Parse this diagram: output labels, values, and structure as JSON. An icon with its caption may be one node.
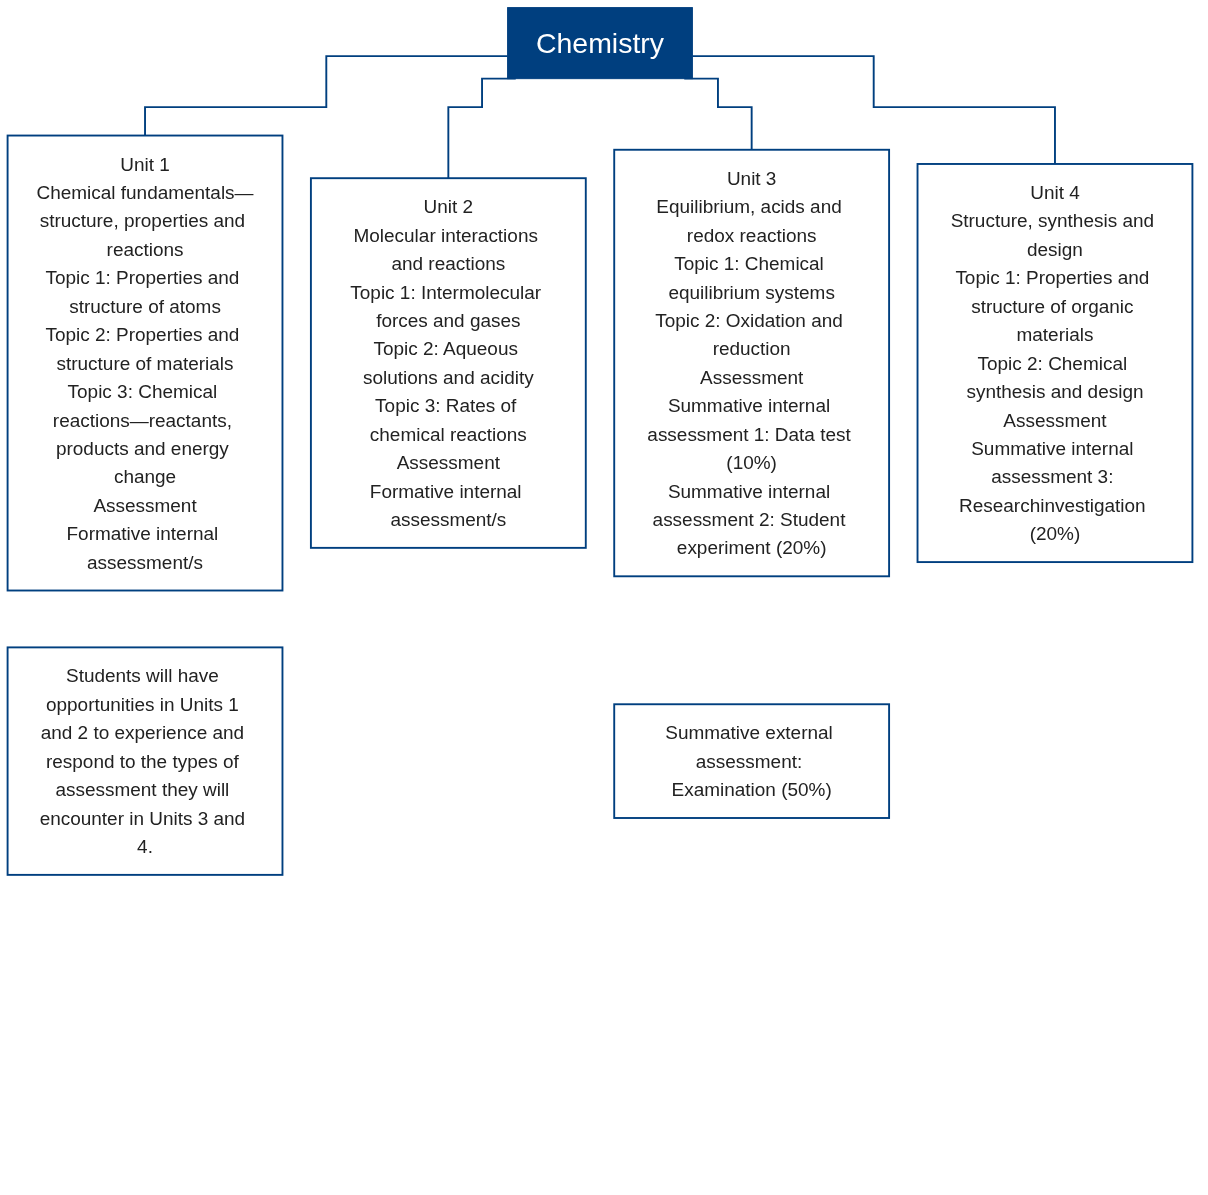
{
  "diagram": {
    "nodes": [
      {
        "text": [
          "Chemistry"
        ]
      },
      {
        "text": [
          "Unit 1",
          "Chemical fundamentals—structure, properties and reactions",
          "Topic 1: Properties and structure of atoms",
          "Topic 2: Properties and structure of materials",
          "Topic 3: Chemical reactions—reactants, products and energy change",
          "Assessment",
          "Formative internal assessment/s"
        ]
      },
      {
        "text": [
          "Unit 2",
          "Molecular interactions and reactions",
          "Topic 1: Intermolecular forces and gases",
          "Topic 2: Aqueous solutions and acidity",
          "Topic 3: Rates of chemical reactions",
          "Assessment",
          "Formative internal assessment/s"
        ]
      },
      {
        "text": [
          "Unit 3",
          "Equilibrium, acids and redox reactions",
          "Topic 1: Chemical equilibrium systems",
          "Topic 2: Oxidation and reduction",
          "Assessment",
          "Summative internal assessment 1: Data test (10%)",
          "Summative internal assessment 2: Student experiment (20%)"
        ]
      },
      {
        "text": [
          "Unit 4",
          "Structure, synthesis and design",
          "Topic 1: Properties and structure of organic materials",
          "Topic 2: Chemical synthesis and design",
          "Assessment",
          "Summative internal assessment 3: Researchinvestigation (20%)"
        ]
      },
      {
        "text": [
          "Students will have opportunities in Units 1 and 2 to experience and respond to the types of assessment they will encounter in Units 3 and 4."
        ]
      },
      {
        "text": [
          "Summative external assessment: Examination (50%)"
        ]
      }
    ],
    "edges": [
      {
        "from": 0,
        "to": 1,
        "arrow": "none"
      },
      {
        "from": 0,
        "to": 2,
        "arrow": "none"
      },
      {
        "from": 0,
        "to": 3,
        "arrow": "none"
      },
      {
        "from": 0,
        "to": 4,
        "arrow": "none"
      }
    ]
  }
}
